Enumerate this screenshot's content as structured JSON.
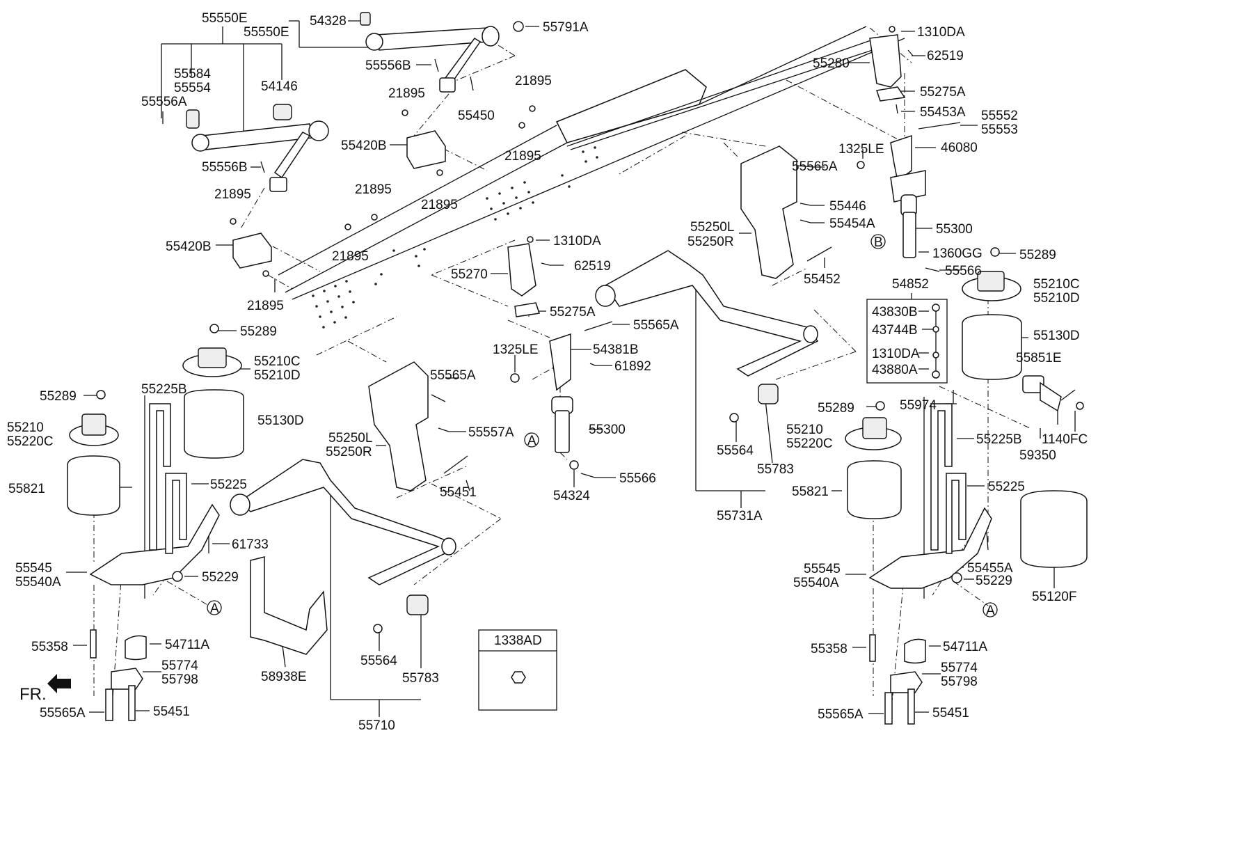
{
  "labels": {
    "l55550E_top": "55550E",
    "l55550E_mid": "55550E",
    "l54328": "54328",
    "l55791A": "55791A",
    "l55584": "55584",
    "l55554": "55554",
    "l54146": "54146",
    "l55556A": "55556A",
    "l55556B_top": "55556B",
    "l21895_a": "21895",
    "l55450": "55450",
    "l21895_b": "21895",
    "l55420B_top": "55420B",
    "l21895_c": "21895",
    "l55556B_left": "55556B",
    "l21895_d": "21895",
    "l21895_e": "21895",
    "l21895_f": "21895",
    "l55420B_left": "55420B",
    "l21895_g": "21895",
    "l21895_h": "21895",
    "l1310DA_top": "1310DA",
    "l62519_top": "62519",
    "l55280": "55280",
    "l55275A_top": "55275A",
    "l55453A": "55453A",
    "l55552": "55552",
    "l55553": "55553",
    "l1325LE_right": "1325LE",
    "l46080": "46080",
    "l55565A_r1": "55565A",
    "l55446": "55446",
    "l55454A": "55454A",
    "l55250L_r": "55250L",
    "l55250R_r": "55250R",
    "l55300_r": "55300",
    "lB": "B",
    "l1360GG": "1360GG",
    "l55289_r1": "55289",
    "l55566_r": "55566",
    "l55452": "55452",
    "l1310DA_mid": "1310DA",
    "l62519_mid": "62519",
    "l55270": "55270",
    "l55275A_mid": "55275A",
    "l54852": "54852",
    "l55210C_r": "55210C",
    "l55210D_r": "55210D",
    "l43830B": "43830B",
    "l43744B": "43744B",
    "l1310DA_box": "1310DA",
    "l43880A": "43880A",
    "l55130D_r": "55130D",
    "l55851E": "55851E",
    "l55289_l1": "55289",
    "l55210C_l": "55210C",
    "l55210D_l": "55210D",
    "l55565A_mid": "55565A",
    "l1325LE_mid": "1325LE",
    "l54381B": "54381B",
    "l61892": "61892",
    "l55225B_l": "55225B",
    "l55289_l2": "55289",
    "l55210_l": "55210",
    "l55220C_l": "55220C",
    "l55130D_l": "55130D",
    "l55565A_l": "55565A",
    "l55557A": "55557A",
    "l55250L_l": "55250L",
    "l55250R_l": "55250R",
    "lA_mid": "A",
    "l55300_mid": "55300",
    "l55974": "55974",
    "l55289_r2": "55289",
    "l55210_r": "55210",
    "l55220C_r": "55220C",
    "l55225B_r": "55225B",
    "l1140FC": "1140FC",
    "l59350": "59350",
    "l55564_r": "55564",
    "l55783_r": "55783",
    "l55821_l": "55821",
    "l55225_l": "55225",
    "l55451_mid": "55451",
    "l54324": "54324",
    "l55566_mid": "55566",
    "l55821_r": "55821",
    "l55225_r": "55225",
    "l55731A": "55731A",
    "l61733": "61733",
    "l55545_l": "55545",
    "l55540A_l": "55540A",
    "l55229_l": "55229",
    "lA_left": "A",
    "l55545_r": "55545",
    "l55540A_r": "55540A",
    "l55455A": "55455A",
    "l55229_r": "55229",
    "l55120F": "55120F",
    "lA_right": "A",
    "l55358_l": "55358",
    "l54711A_l": "54711A",
    "l55774_l": "55774",
    "l55798_l": "55798",
    "l58938E": "58938E",
    "l55564_mid": "55564",
    "l55783_mid": "55783",
    "l1338AD": "1338AD",
    "l55358_r": "55358",
    "l54711A_r": "54711A",
    "l55774_r": "55774",
    "l55798_r": "55798",
    "lFR": "FR.",
    "l55565A_bl": "55565A",
    "l55451_bl": "55451",
    "l55710": "55710",
    "l55565A_br": "55565A",
    "l55451_br": "55451"
  }
}
